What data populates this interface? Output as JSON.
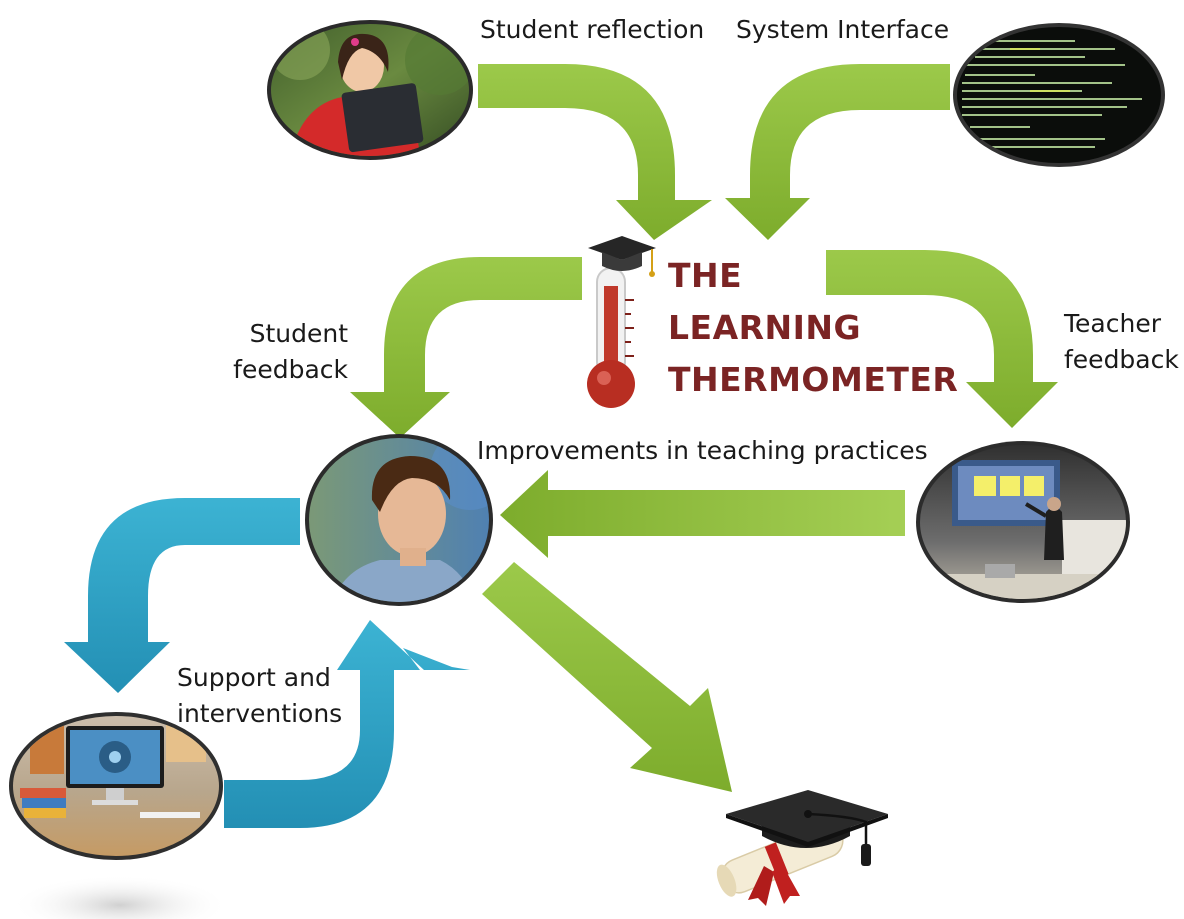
{
  "title": {
    "line1": "THE",
    "line2": "LEARNING",
    "line3": "THERMOMETER"
  },
  "labels": {
    "student_reflection": "Student reflection",
    "system_interface": "System Interface",
    "student_feedback_1": "Student",
    "student_feedback_2": "feedback",
    "teacher_feedback_1": "Teacher",
    "teacher_feedback_2": "feedback",
    "improvements": "Improvements in teaching practices",
    "support_1": "Support and",
    "support_2": "interventions"
  },
  "pictures": [
    "student-with-laptop",
    "code-screen",
    "male-student",
    "teacher-presenting",
    "desk-computer",
    "graduation-cap-diploma",
    "thermometer-with-cap"
  ],
  "colors": {
    "green_arrow": "#8fbc3a",
    "blue_arrow": "#2fa6c8",
    "title": "#7b2424",
    "thermometer": "#c0392b"
  }
}
